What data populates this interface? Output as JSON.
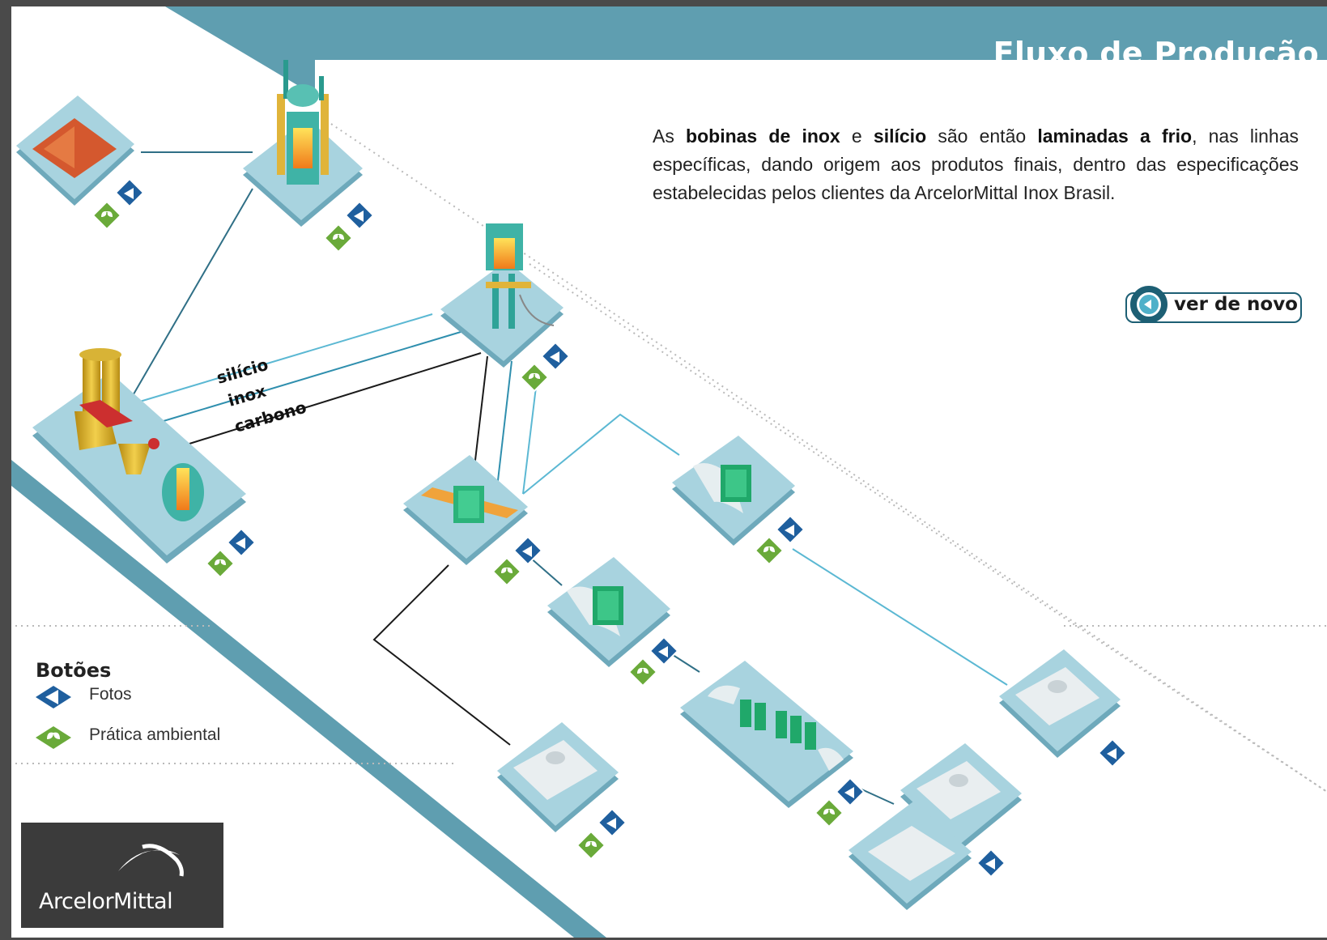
{
  "header": {
    "title": "Fluxo de Produção"
  },
  "description": {
    "t1": "As ",
    "b1": "bobinas de inox",
    "t2": " e ",
    "b2": "silício",
    "t3": " são então ",
    "b3": "laminadas a frio",
    "t4": ", nas linhas específicas, dando origem aos produtos finais, dentro das especificações estabelecidas pelos clientes da ArcelorMittal Inox Brasil."
  },
  "replay_button": {
    "label": "ver de novo",
    "icon": "replay-arrow-icon"
  },
  "routes": {
    "silicio": "silício",
    "inox": "inox",
    "carbono": "carbono"
  },
  "legend": {
    "title": "Botões",
    "items": [
      {
        "label": "Fotos",
        "icon": "photo-arrow-icon",
        "color": "#1f5f9e"
      },
      {
        "label": "Prática ambiental",
        "icon": "leaf-icon",
        "color": "#6aaa3a"
      }
    ]
  },
  "logo": {
    "name": "ArcelorMittal"
  },
  "colors": {
    "header_band": "#5f9eb0",
    "platform": "#a8d3df",
    "platform_edge": "#6ea9bb",
    "photo_badge": "#1f5f9e",
    "env_badge": "#6aaa3a",
    "line_cyan": "#5bb8d3",
    "line_dark": "#1a1a1a"
  }
}
